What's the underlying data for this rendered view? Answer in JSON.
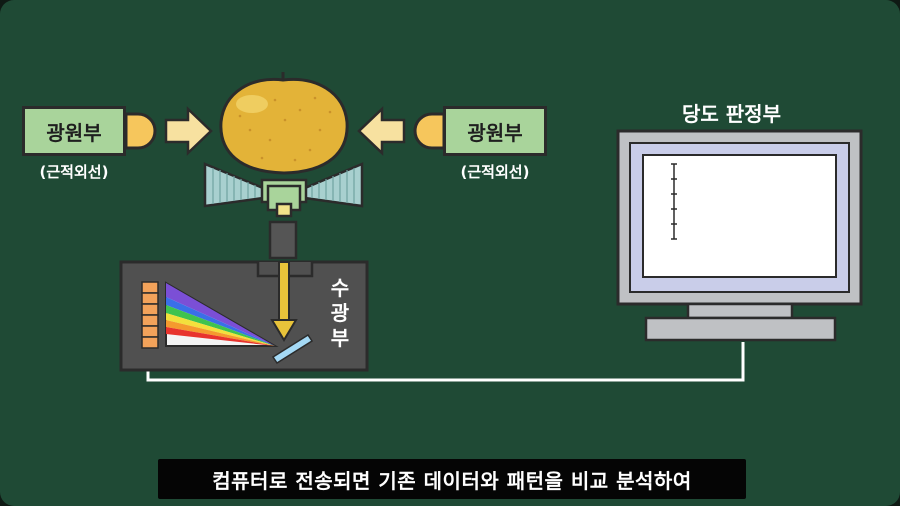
{
  "light_source_left": {
    "label": "광원부",
    "sublabel": "(근적외선)"
  },
  "light_source_right": {
    "label": "광원부",
    "sublabel": "(근적외선)"
  },
  "receiver": {
    "label_chars": [
      "수",
      "광",
      "부"
    ]
  },
  "judgement": {
    "title": "당도 판정부"
  },
  "caption": "컴퓨터로 전송되면 기존 데이터와 패턴을 비교 분석하여",
  "colors": {
    "background": "#1f4a35",
    "light_box": "#a9d49b",
    "pear": "#e3b338",
    "arrow": "#f7e1a0",
    "beam": "#e8c33a",
    "sensor": "#f2a25a",
    "monitor_frame": "#bfc1c4",
    "monitor_screen": "#c9cde9"
  }
}
